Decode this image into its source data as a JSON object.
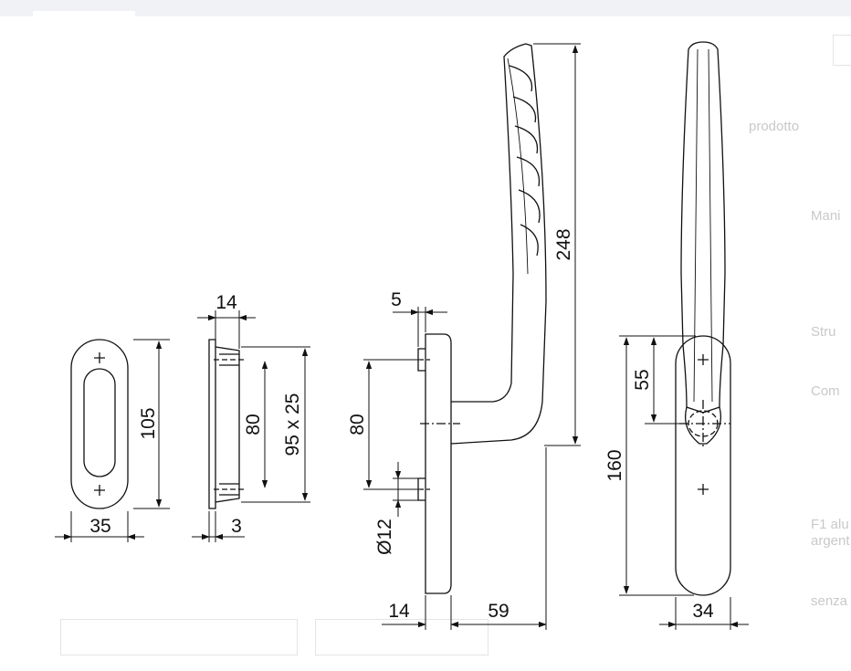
{
  "background_page": {
    "right_column": [
      "prodotto",
      "Mani",
      "Stru",
      "Com",
      "F1 alu",
      "argent",
      "senza"
    ],
    "bottom_buttons": [
      "",
      ""
    ]
  },
  "drawing": {
    "rosette_view": {
      "width": "35",
      "height": "105"
    },
    "rosette_side_view": {
      "depth_top": "14",
      "pitch": "80",
      "size": "95 x 25",
      "plate": "3"
    },
    "handle_side_view": {
      "spindle_offset": "5",
      "pitch": "80",
      "spindle_diameter": "Ø12",
      "base_depth": "14",
      "projection": "59",
      "length": "248"
    },
    "handle_front_view": {
      "pitch_to_center": "55",
      "rosette_length": "160",
      "rosette_width": "34"
    }
  },
  "colors": {
    "line": "#111111",
    "ghost_text": "#c9c9c9"
  }
}
